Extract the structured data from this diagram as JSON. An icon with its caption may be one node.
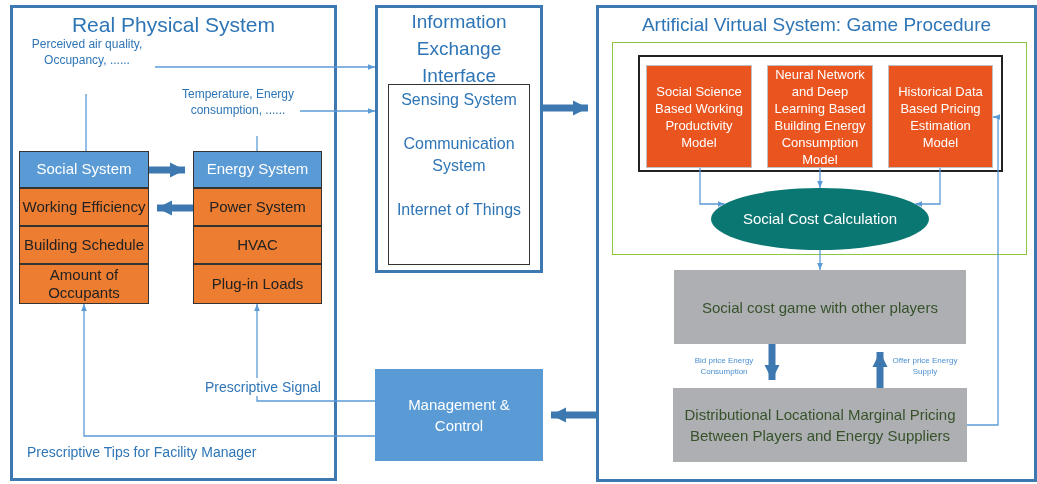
{
  "diagram": {
    "nodes": [
      {
        "text": [
          "Real Physical System"
        ]
      },
      {
        "text": [
          "Perceived air quality, Occupancy, ......"
        ],
        "in": 0
      },
      {
        "text": [
          "Temperature, Energy consumption, ......"
        ],
        "in": 0
      },
      {
        "text": [
          "Social System"
        ],
        "in": 0
      },
      {
        "text": [
          "Working Efficiency"
        ],
        "in": 0
      },
      {
        "text": [
          "Building Schedule"
        ],
        "in": 0
      },
      {
        "text": [
          "Amount of Occupants"
        ],
        "in": 0
      },
      {
        "text": [
          "Energy System"
        ],
        "in": 0
      },
      {
        "text": [
          "Power System"
        ],
        "in": 0
      },
      {
        "text": [
          "HVAC"
        ],
        "in": 0
      },
      {
        "text": [
          "Plug-in Loads"
        ],
        "in": 0
      },
      {
        "text": [
          "Information Exchange Interface"
        ]
      },
      {
        "text": [
          "Sensing System",
          "Communication System",
          "Internet of Things"
        ],
        "in": 11
      },
      {
        "text": [
          "Management & Control"
        ]
      },
      {
        "text": [
          "Artificial Virtual System: Game Procedure"
        ]
      },
      {
        "text": [],
        "shape": "box",
        "in": 14
      },
      {
        "text": [],
        "shape": "box",
        "in": 15
      },
      {
        "text": [
          "Social Science Based Working Productivity Model"
        ],
        "in": 16
      },
      {
        "text": [
          "Neural Network and Deep Learning Based Building Energy Consumption Model"
        ],
        "in": 16
      },
      {
        "text": [
          "Historical Data Based Pricing Estimation Model"
        ],
        "in": 16
      },
      {
        "text": [
          "Social Cost Calculation"
        ],
        "in": 15
      },
      {
        "text": [
          "Social cost game with other players"
        ],
        "in": 14
      },
      {
        "text": [
          "Distributional Locational Marginal Pricing Between Players and Energy Suppliers"
        ],
        "in": 14
      }
    ],
    "edges": [
      {
        "from": 1,
        "to": 11,
        "arrow": "to"
      },
      {
        "from": 2,
        "to": 11,
        "arrow": "to"
      },
      {
        "from": 3,
        "to": 1,
        "arrow": "none"
      },
      {
        "from": 7,
        "to": 2,
        "arrow": "none"
      },
      {
        "from": 3,
        "to": 7,
        "arrow": "to",
        "style": "thick",
        "color": "#3e78b0"
      },
      {
        "from": 8,
        "to": 4,
        "arrow": "to",
        "style": "thick",
        "color": "#3e78b0"
      },
      {
        "from": 11,
        "to": 14,
        "arrow": "to",
        "style": "thick",
        "color": "#3e78b0"
      },
      {
        "from": 14,
        "to": 13,
        "arrow": "to",
        "style": "thick",
        "color": "#3e78b0"
      },
      {
        "from": 13,
        "to": 10,
        "arrow": "to",
        "label": "Prescriptive Signal"
      },
      {
        "from": 13,
        "to": 6,
        "arrow": "to",
        "label": "Prescriptive Tips for Facility Manager"
      },
      {
        "from": 17,
        "to": 20,
        "arrow": "to"
      },
      {
        "from": 18,
        "to": 20,
        "arrow": "to"
      },
      {
        "from": 19,
        "to": 20,
        "arrow": "to"
      },
      {
        "from": 20,
        "to": 21,
        "arrow": "to"
      },
      {
        "from": 21,
        "to": 22,
        "arrow": "to",
        "label": "Bid price Energy Consumption",
        "style": "thick",
        "color": "#3e78b0"
      },
      {
        "from": 22,
        "to": 21,
        "arrow": "to",
        "label": "Offer price Energy Supply",
        "style": "thick",
        "color": "#3e78b0"
      },
      {
        "from": 22,
        "to": 19,
        "arrow": "to"
      }
    ]
  }
}
